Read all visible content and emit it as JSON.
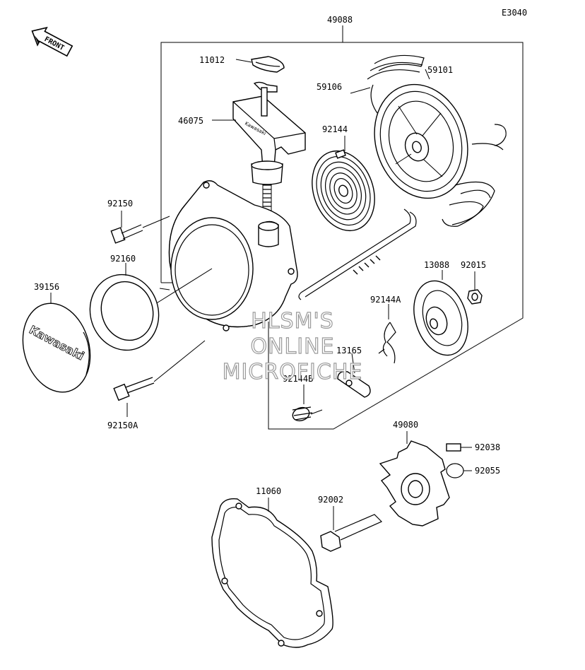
{
  "diagram": {
    "code": "E3040",
    "front_label": "FRONT",
    "watermark": [
      "HLSM'S",
      "ONLINE",
      "MICROFICHE"
    ],
    "logo_text": "Kawasaki",
    "handle_logo_text": "Kawasaki",
    "parts": [
      {
        "id": "p49088",
        "label": "49088"
      },
      {
        "id": "p11012",
        "label": "11012"
      },
      {
        "id": "p59101",
        "label": "59101"
      },
      {
        "id": "p59106",
        "label": "59106"
      },
      {
        "id": "p46075",
        "label": "46075"
      },
      {
        "id": "p92144",
        "label": "92144"
      },
      {
        "id": "p92150",
        "label": "92150"
      },
      {
        "id": "p92160",
        "label": "92160"
      },
      {
        "id": "p13088",
        "label": "13088"
      },
      {
        "id": "p92015",
        "label": "92015"
      },
      {
        "id": "p39156",
        "label": "39156"
      },
      {
        "id": "p92144A",
        "label": "92144A"
      },
      {
        "id": "p13165",
        "label": "13165"
      },
      {
        "id": "p92144B",
        "label": "92144B"
      },
      {
        "id": "p92150A",
        "label": "92150A"
      },
      {
        "id": "p49080",
        "label": "49080"
      },
      {
        "id": "p92038",
        "label": "92038"
      },
      {
        "id": "p92055",
        "label": "92055"
      },
      {
        "id": "p11060",
        "label": "11060"
      },
      {
        "id": "p92002",
        "label": "92002"
      }
    ]
  }
}
